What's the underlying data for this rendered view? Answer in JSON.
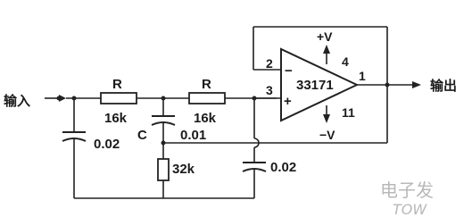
{
  "labels": {
    "input": "输入",
    "output": "输出",
    "r_left_name": "R",
    "r_left_value": "16k",
    "r_right_name": "R",
    "r_right_value": "16k",
    "c_mid_name": "C",
    "c_mid_value": "0.01",
    "c_left_value": "0.02",
    "c_bottom_value": "0.02",
    "r_bottom_value": "32k",
    "opamp_part": "33171",
    "pin_2": "2",
    "pin_3": "3",
    "pin_1": "1",
    "pin_4": "4",
    "pin_11": "11",
    "v_pos": "+V",
    "v_neg": "−V",
    "minus_sign": "−",
    "plus_sign": "+"
  },
  "watermark": {
    "line1": "电子发",
    "line2": "TOW"
  }
}
